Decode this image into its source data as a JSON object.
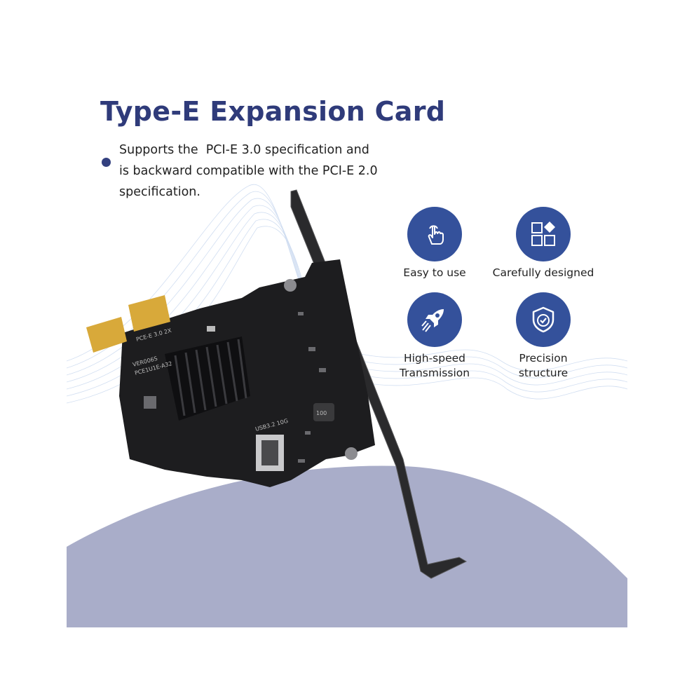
{
  "title": "Type-E Expansion Card",
  "bullet": {
    "line1": "Supports the  PCI-E 3.0 specification and",
    "line2": "is backward compatible with the PCI-E 2.0",
    "line3": "specification."
  },
  "features": [
    {
      "label": "Easy to use",
      "icon": "hand-pointer-icon"
    },
    {
      "label": "Carefully designed",
      "icon": "shapes-icon"
    },
    {
      "label_line1": "High-speed",
      "label_line2": "Transmission",
      "icon": "rocket-icon"
    },
    {
      "label_line1": "Precision",
      "label_line2": "structure",
      "icon": "shield-check-icon"
    }
  ],
  "card_markings": {
    "pcie": "PCE-E 3.0 2X",
    "model": "PCE1U1E-A32",
    "version": "VER006S",
    "port": "USB3.2 10G",
    "inductor": "100"
  },
  "colors": {
    "title": "#2f3b7a",
    "icon_circle": "#34519b",
    "hill": "#a9adc9",
    "pcb": "#1d1d1f",
    "gold": "#d8a93a"
  }
}
